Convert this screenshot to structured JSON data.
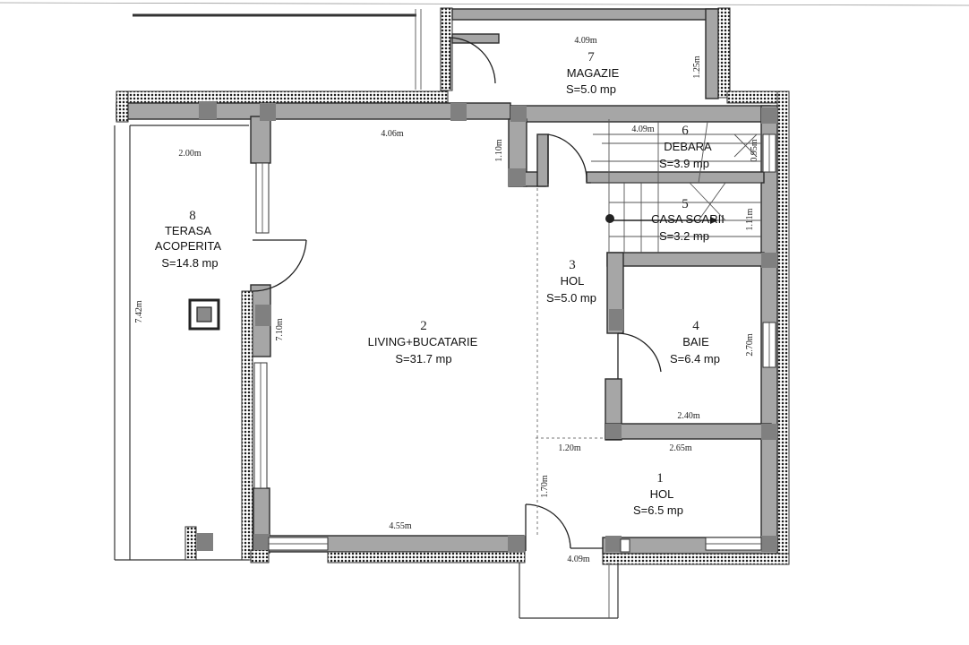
{
  "rooms": [
    {
      "id": "magazie",
      "number": "7",
      "name": "MAGAZIE",
      "area": "S=5.0 mp"
    },
    {
      "id": "debara",
      "number": "6",
      "name": "DEBARA",
      "area": "S=3.9 mp"
    },
    {
      "id": "casa-scarii",
      "number": "5",
      "name": "CASA SCARII",
      "area": "S=3.2 mp"
    },
    {
      "id": "terasa",
      "number": "8",
      "name_line1": "TERASA",
      "name_line2": "ACOPERITA",
      "area": "S=14.8 mp"
    },
    {
      "id": "hol-3",
      "number": "3",
      "name": "HOL",
      "area": "S=5.0 mp"
    },
    {
      "id": "living",
      "number": "2",
      "name": "LIVING+BUCATARIE",
      "area": "S=31.7 mp"
    },
    {
      "id": "baie",
      "number": "4",
      "name": "BAIE",
      "area": "S=6.4 mp"
    },
    {
      "id": "hol-1",
      "number": "1",
      "name": "HOL",
      "area": "S=6.5 mp"
    }
  ],
  "dimensions": {
    "magazie_width": "4.09m",
    "magazie_height": "1.25m",
    "living_top": "4.06m",
    "terasa_width": "2.00m",
    "pillar_depth": "1.10m",
    "debara_width": "4.09m",
    "debara_height": "0.95m",
    "stair_height": "1.11m",
    "terasa_length": "7.42m",
    "living_depth": "7.10m",
    "baie_height": "2.70m",
    "baie_width": "2.40m",
    "hol_left": "1.20m",
    "hol_right": "2.65m",
    "living_bottom": "4.55m",
    "hol_depth": "1.70m",
    "hol_bottom": "4.09m"
  }
}
